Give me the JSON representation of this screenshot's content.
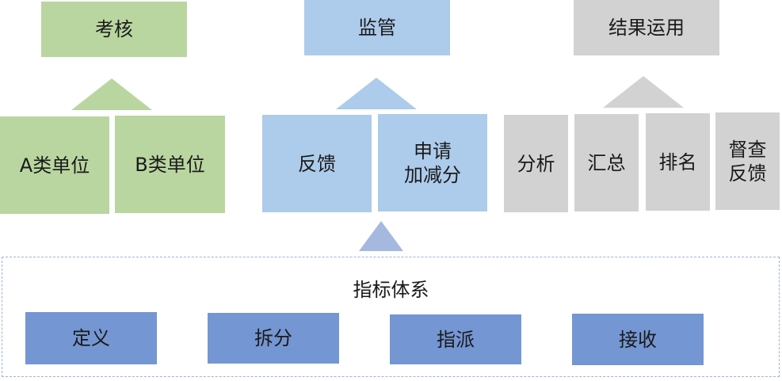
{
  "top": {
    "assessment": "考核",
    "supervision": "监管",
    "result_use": "结果运用"
  },
  "assessment": {
    "unit_a": "A类单位",
    "unit_b": "B类单位"
  },
  "supervision": {
    "feedback": "反馈",
    "apply_points": "申请\n加减分"
  },
  "result_use": {
    "analysis": "分析",
    "summary": "汇总",
    "ranking": "排名",
    "inspect_feedback": "督查\n反馈"
  },
  "indicator_system": {
    "title": "指标体系",
    "items": [
      "定义",
      "拆分",
      "指派",
      "接收"
    ]
  },
  "colors": {
    "green": "#b9d6a0",
    "light_blue": "#adcbea",
    "gray": "#d2d2d2",
    "blue": "#7496d3",
    "arrow_blue": "#a5b9e0",
    "dashed_border": "#9db4d8"
  }
}
